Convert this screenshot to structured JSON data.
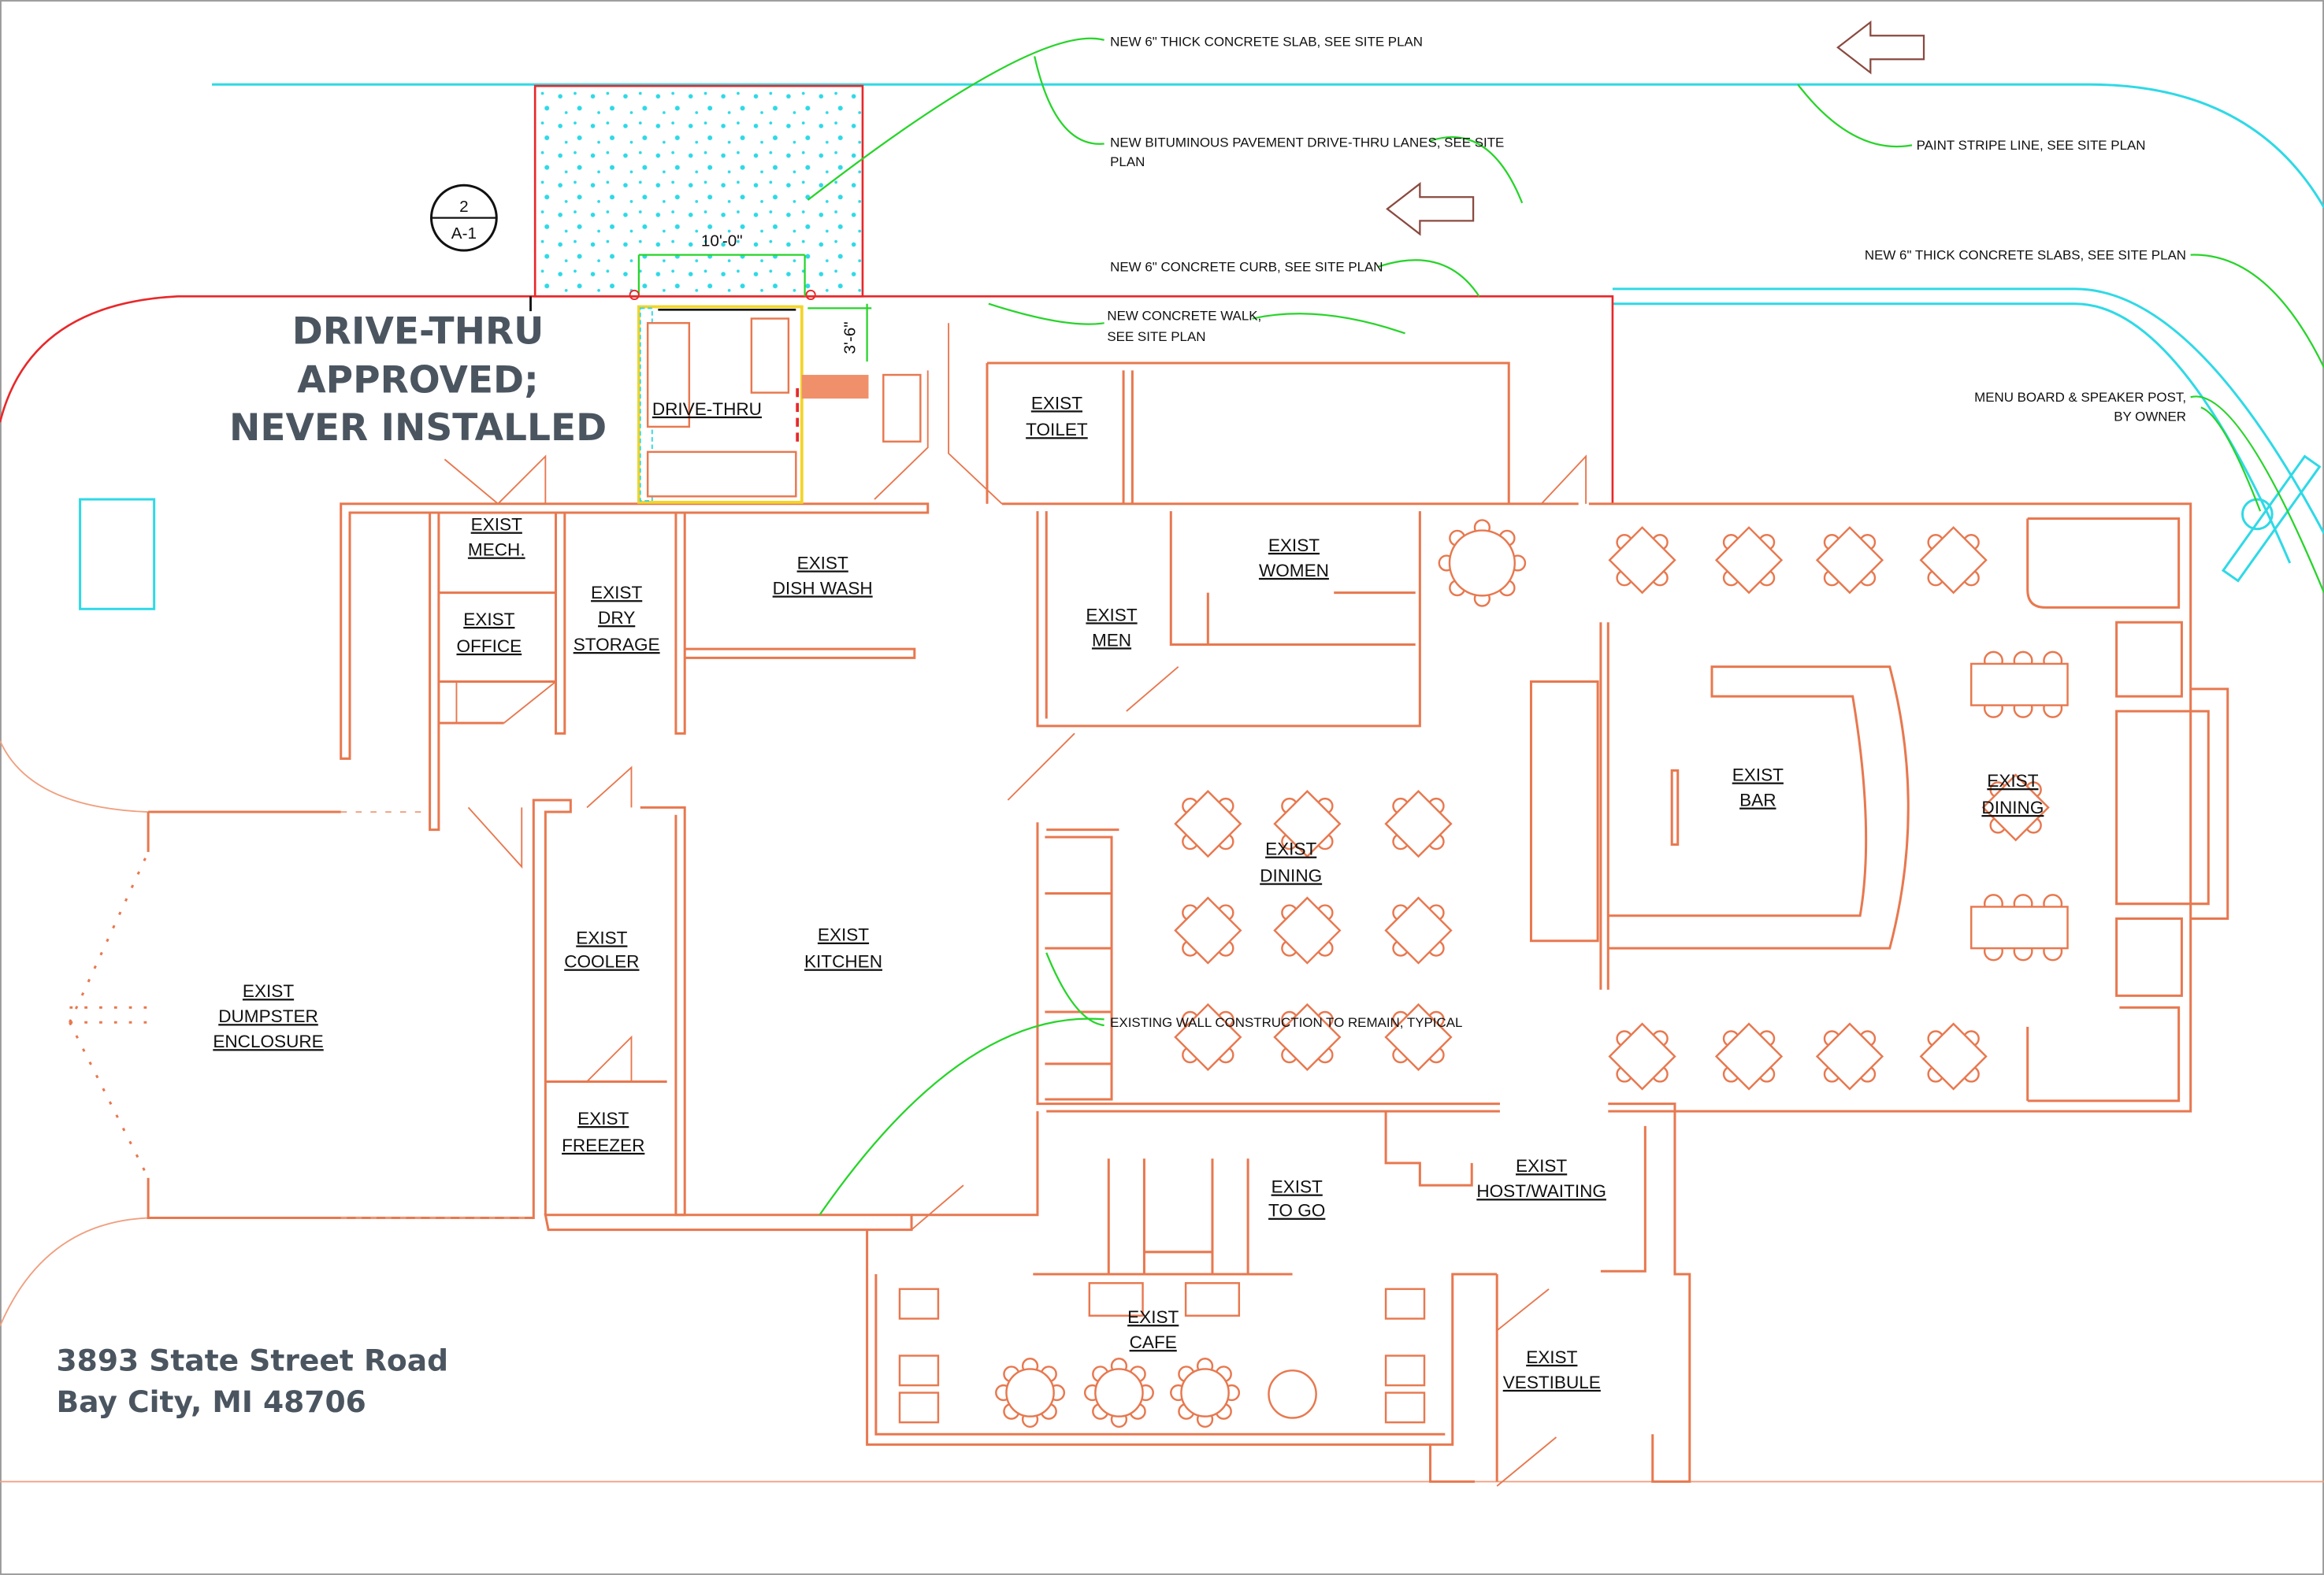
{
  "overlay": {
    "status_line1": "DRIVE-THRU",
    "status_line2": "APPROVED;",
    "status_line3": "NEVER INSTALLED"
  },
  "address": {
    "line1": "3893 State Street Road",
    "line2": "Bay City, MI 48706"
  },
  "section_tag": {
    "number": "2",
    "sheet": "A-1"
  },
  "dimensions": {
    "width": "10'-0\"",
    "depth": "3'-6\""
  },
  "rooms": {
    "drive_thru": "DRIVE-THRU",
    "mech": [
      "EXIST",
      "MECH."
    ],
    "office": [
      "EXIST",
      "OFFICE"
    ],
    "dry_storage": [
      "EXIST",
      "DRY",
      "STORAGE"
    ],
    "dish_wash": [
      "EXIST",
      "DISH WASH"
    ],
    "toilet": [
      "EXIST",
      "TOILET"
    ],
    "women": [
      "EXIST",
      "WOMEN"
    ],
    "men": [
      "EXIST",
      "MEN"
    ],
    "bar": [
      "EXIST",
      "BAR"
    ],
    "dining_right": [
      "EXIST",
      "DINING"
    ],
    "dining_center": [
      "EXIST",
      "DINING"
    ],
    "cooler": [
      "EXIST",
      "COOLER"
    ],
    "kitchen": [
      "EXIST",
      "KITCHEN"
    ],
    "dumpster": [
      "EXIST",
      "DUMPSTER",
      "ENCLOSURE"
    ],
    "freezer": [
      "EXIST",
      "FREEZER"
    ],
    "to_go": [
      "EXIST",
      "TO GO"
    ],
    "host": [
      "EXIST",
      "HOST/WAITING"
    ],
    "cafe": [
      "EXIST",
      "CAFE"
    ],
    "vestibule": [
      "EXIST",
      "VESTIBULE"
    ]
  },
  "notes": {
    "slab": "NEW 6\" THICK CONCRETE SLAB, SEE SITE PLAN",
    "pavement": [
      "NEW BITUMINOUS PAVEMENT DRIVE-THRU LANES, SEE SITE",
      "PLAN"
    ],
    "curb": "NEW 6\" CONCRETE CURB, SEE SITE PLAN",
    "walk": [
      "NEW CONCRETE WALK,",
      "SEE SITE PLAN"
    ],
    "stripe": "PAINT STRIPE LINE, SEE SITE PLAN",
    "slabs": "NEW 6\" THICK CONCRETE SLABS, SEE SITE PLAN",
    "menu_board": [
      "MENU BOARD & SPEAKER POST,",
      "BY OWNER"
    ],
    "existing_wall": "EXISTING WALL CONSTRUCTION TO REMAIN, TYPICAL"
  },
  "colors": {
    "wall": "#e8784f",
    "property": "#e8282a",
    "stripe": "#2fd9e6",
    "leader": "#27d42a",
    "overlay_text": "#4a5560"
  }
}
